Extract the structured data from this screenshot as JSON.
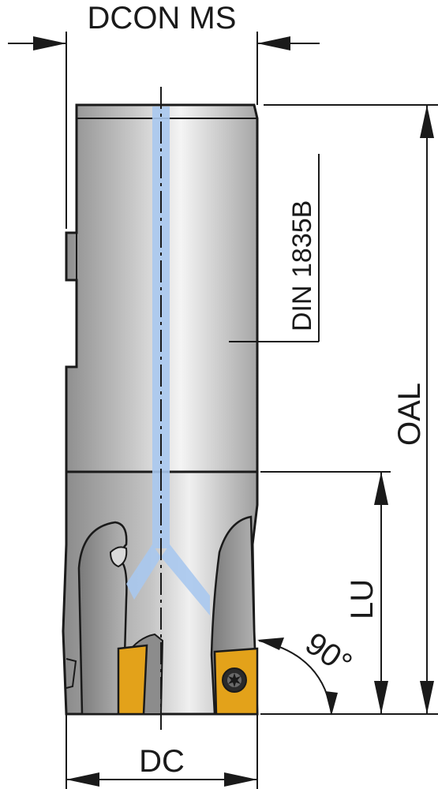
{
  "labels": {
    "dcon_ms": "DCON MS",
    "din_standard": "DIN 1835B",
    "oal": "OAL",
    "lu": "LU",
    "dc": "DC",
    "angle": "90°"
  },
  "colors": {
    "body_dark": "#9a9a9a",
    "body_light": "#f2f2f2",
    "coolant": "#a9c8ee",
    "insert": "#e3a21a",
    "outline": "#1a1a1a"
  }
}
